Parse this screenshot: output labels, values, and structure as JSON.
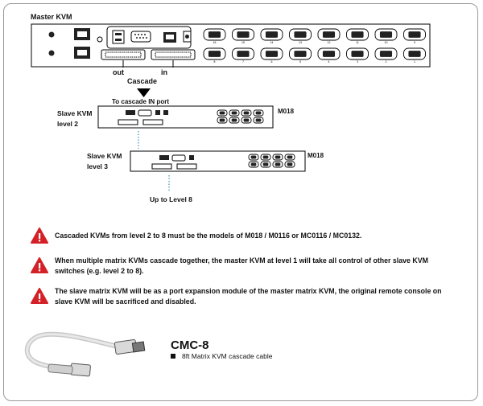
{
  "labels": {
    "master": "Master KVM",
    "out": "out",
    "in": "in",
    "cascade": "Cascade",
    "to_cascade": "To cascade IN port",
    "slave2_line1": "Slave KVM",
    "slave2_line2": "level 2",
    "slave3_line1": "Slave KVM",
    "slave3_line2": "level 3",
    "model_2": "M018",
    "model_3": "M018",
    "up_to": "Up to Level 8"
  },
  "port_numbers": [
    "16",
    "15",
    "14",
    "13",
    "12",
    "11",
    "10",
    "9",
    "8",
    "7",
    "6",
    "5",
    "4",
    "3",
    "2",
    "1"
  ],
  "warnings": [
    "Cascaded KVMs from level 2 to 8 must be the models of  M018 / M0116 or MC0116 / MC0132.",
    "When multiple matrix KVMs cascade together, the master KVM at level 1 will take all control of other slave KVM switches (e.g. level 2 to 8).",
    "The slave matrix KVM will be as a port expansion module of the master matrix KVM, the original remote console on slave KVM will be sacrificed and disabled."
  ],
  "cable": {
    "title": "CMC-8",
    "description": "8ft Matrix KVM cascade cable"
  },
  "colors": {
    "warning": "#d42027",
    "line": "#000000",
    "dotted": "#3a8fc0"
  }
}
